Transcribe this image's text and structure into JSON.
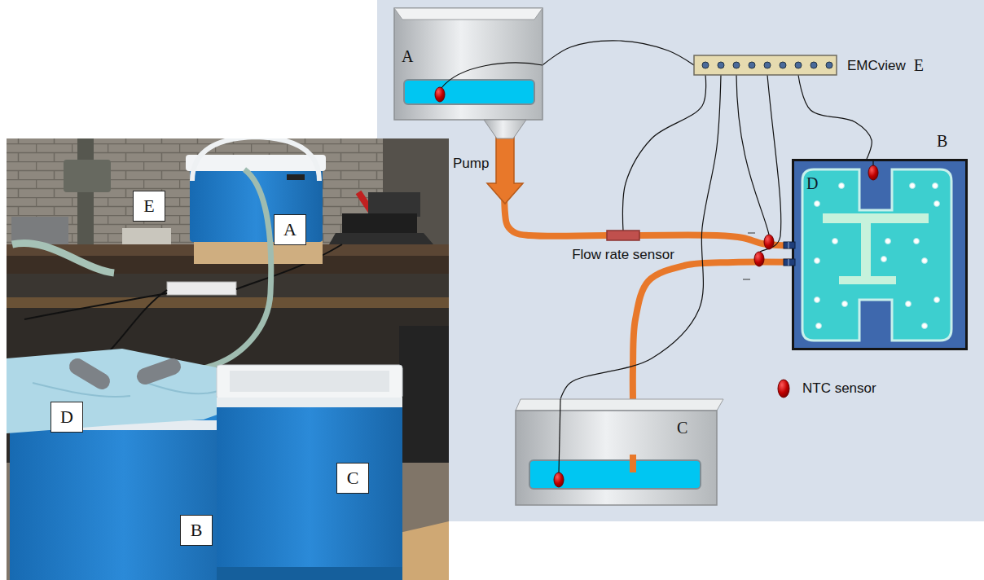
{
  "diagram": {
    "nodes": [
      {
        "text": [
          "A"
        ]
      },
      {
        "text": [
          "E"
        ]
      },
      {
        "text": [
          "D"
        ]
      },
      {
        "text": [
          "B"
        ]
      },
      {
        "text": [
          "C"
        ]
      },
      {
        "text": [
          "A"
        ]
      },
      {
        "text": [
          "EMCview",
          "E"
        ]
      },
      {
        "text": [
          "Flow rate sensor"
        ]
      },
      {
        "text": [
          "B"
        ]
      },
      {
        "text": [
          "D"
        ],
        "in": 8
      },
      {
        "text": [
          "C"
        ]
      }
    ],
    "edges": [
      {
        "from": 5,
        "to": 7,
        "arrow": "none"
      },
      {
        "from": 7,
        "to": 9,
        "arrow": "none"
      },
      {
        "from": 9,
        "to": 10,
        "arrow": "none"
      },
      {
        "from": 6,
        "to": 5,
        "arrow": "none"
      },
      {
        "from": 6,
        "to": 7,
        "arrow": "none"
      },
      {
        "from": 6,
        "to": 8,
        "arrow": "none"
      },
      {
        "from": 6,
        "to": 10,
        "arrow": "none"
      }
    ],
    "labels": [
      "Pump"
    ],
    "legend": [
      {
        "text": "NTC sensor"
      }
    ]
  }
}
